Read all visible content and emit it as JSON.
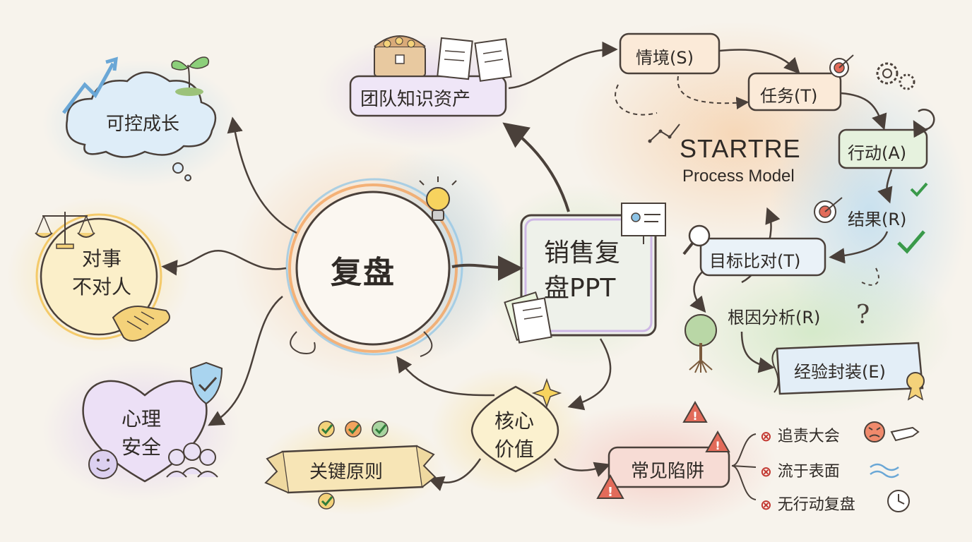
{
  "center": {
    "label": "复盘"
  },
  "left": {
    "growth": "可控成长",
    "fairness_line1": "对事",
    "fairness_line2": "不对人",
    "safety_line1": "心理",
    "safety_line2": "安全"
  },
  "ppt": {
    "line1": "销售复",
    "line2": "盘PPT"
  },
  "knowledge": {
    "label": "团队知识资产"
  },
  "core": {
    "line1": "核心",
    "line2": "价值"
  },
  "principles": {
    "label": "关键原则"
  },
  "pitfalls": {
    "label": "常见陷阱",
    "items": [
      "追责大会",
      "流于表面",
      "无行动复盘"
    ]
  },
  "model": {
    "title": "STARTRE",
    "subtitle": "Process Model",
    "steps": [
      "情境(S)",
      "任务(T)",
      "行动(A)",
      "结果(R)",
      "目标比对(T)",
      "根因分析(R)",
      "经验封装(E)"
    ]
  },
  "colors": {
    "ink": "#4a403a",
    "orange": "#f2a35e",
    "blue": "#8cc3e6",
    "purple": "#c6a9e3",
    "green": "#a8d4a0",
    "yellow": "#f4d27a",
    "red": "#e26b5a"
  }
}
